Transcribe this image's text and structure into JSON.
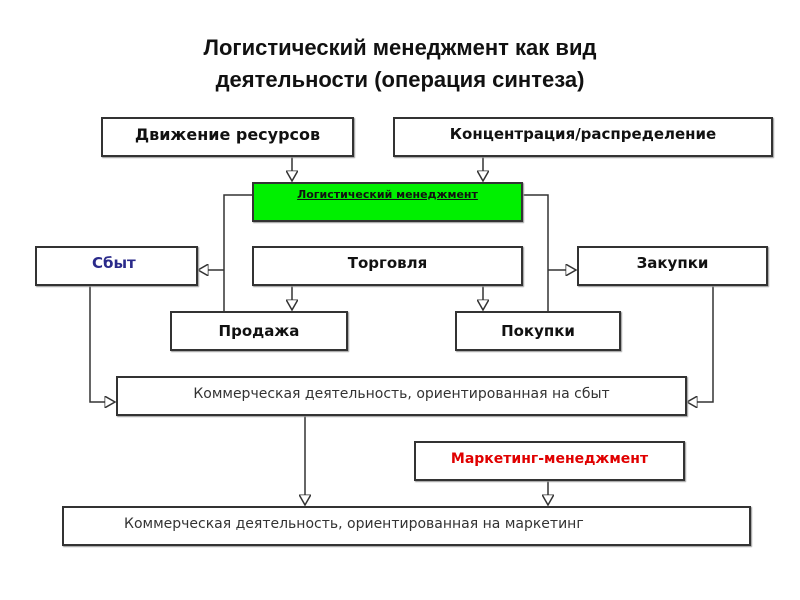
{
  "title": {
    "line1": "Логистический менеджмент как вид",
    "line2": "деятельности (операция синтеза)"
  },
  "nodes": {
    "movement": "Движение ресурсов",
    "concentration": "Концентрация/распределение",
    "logistics": "Логистический менеджмент",
    "sales": "Сбыт",
    "trade": "Торговля",
    "procurement": "Закупки",
    "selling": "Продажа",
    "purchases": "Покупки",
    "commerce_sales": "Коммерческая деятельность, ориентированная на сбыт",
    "marketing": "Маркетинг-менеджмент",
    "commerce_marketing": "Коммерческая деятельность, ориентированная на маркетинг"
  },
  "colors": {
    "logistics_fill": "#00f000",
    "sales_text": "#2a2a8a",
    "marketing_text": "#e00000"
  }
}
